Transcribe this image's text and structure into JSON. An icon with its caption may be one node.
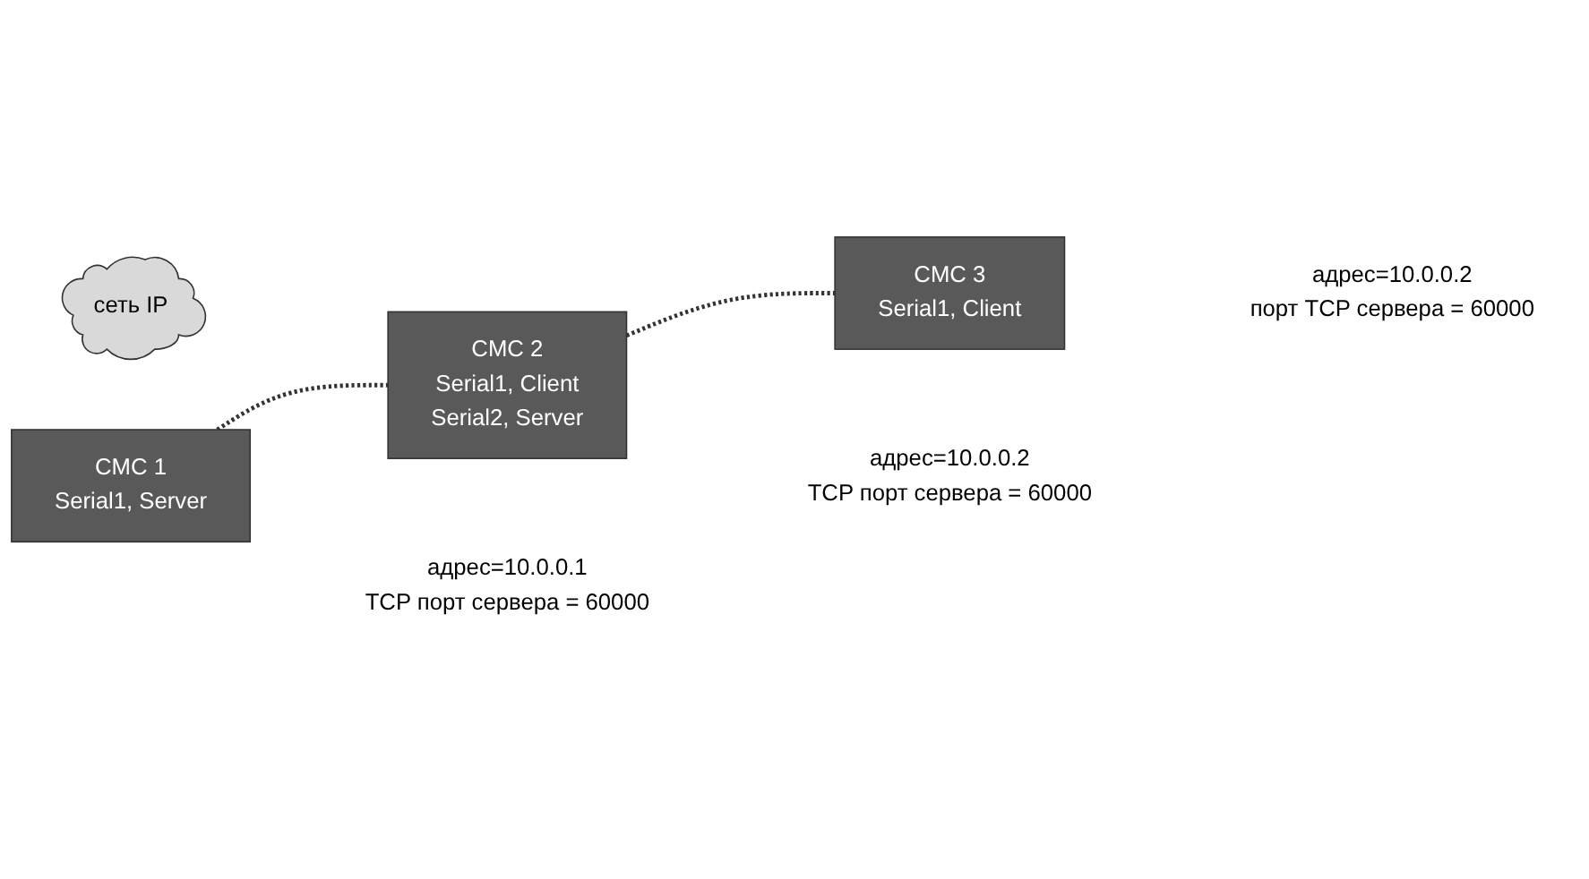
{
  "diagram": {
    "nodes": [
      {
        "text": [
          "сеть IP"
        ]
      },
      {
        "text": [
          "CMC 1",
          "Serial1, Server"
        ],
        "beside": [
          "адрес=10.0.0.1",
          "TCP порт сервера = 60000"
        ]
      },
      {
        "text": [
          "CMC 2",
          "Serial1, Client",
          "Serial2, Server"
        ],
        "beside": [
          "адрес=10.0.0.2",
          "TCP порт сервера = 60000"
        ]
      },
      {
        "text": [
          "CMC 3",
          "Serial1, Client"
        ],
        "beside": [
          "адрес=10.0.0.2",
          "порт TCP сервера = 60000"
        ]
      }
    ],
    "edges": [
      {
        "from": 1,
        "to": 2,
        "arrow": "none",
        "style": "dashed"
      },
      {
        "from": 2,
        "to": 3,
        "arrow": "none",
        "style": "dashed"
      }
    ]
  }
}
